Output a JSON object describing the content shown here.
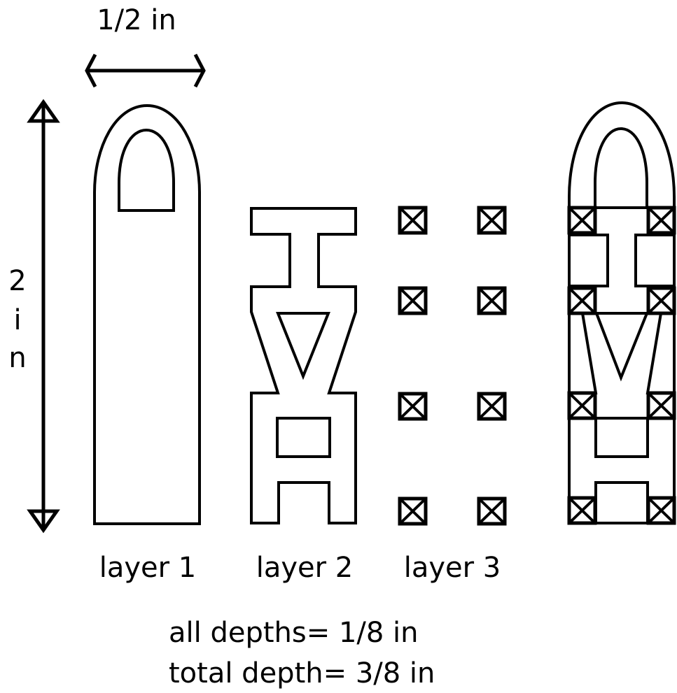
{
  "dimensions": {
    "width_label": "1/2 in",
    "height_digit": "2",
    "height_i": "i",
    "height_n": "n"
  },
  "layers": {
    "layer1": "layer 1",
    "layer2": "layer 2",
    "layer3": "layer 3"
  },
  "notes": {
    "line1": "all depths= 1/8 in",
    "line2": "total depth= 3/8 in"
  },
  "colors": {
    "stroke": "#000000",
    "background": "#ffffff"
  }
}
